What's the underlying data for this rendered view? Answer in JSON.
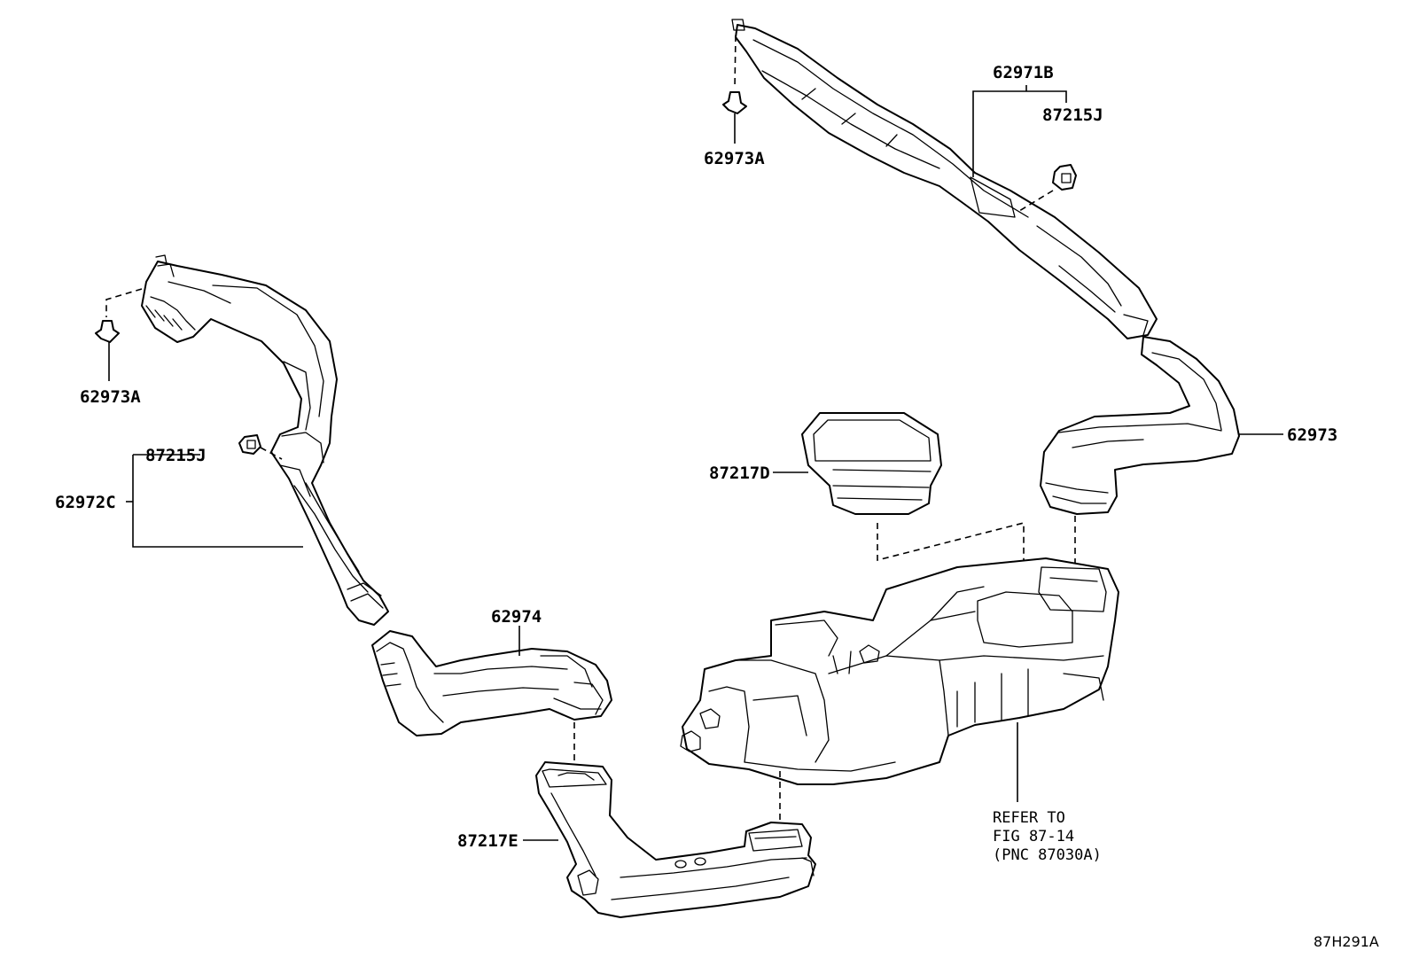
{
  "diagram": {
    "callouts": {
      "p62971B": "62971B",
      "p87215J_top": "87215J",
      "p62973A_top": "62973A",
      "p62973": "62973",
      "p87217D": "87217D",
      "p62973A_left": "62973A",
      "p87215J_left": "87215J",
      "p62972C": "62972C",
      "p62974": "62974",
      "p87217E": "87217E"
    },
    "note": {
      "line1": "REFER TO",
      "line2": "FIG 87-14",
      "line3": "(PNC 87030A)"
    },
    "drawing_code": "87H291A"
  }
}
